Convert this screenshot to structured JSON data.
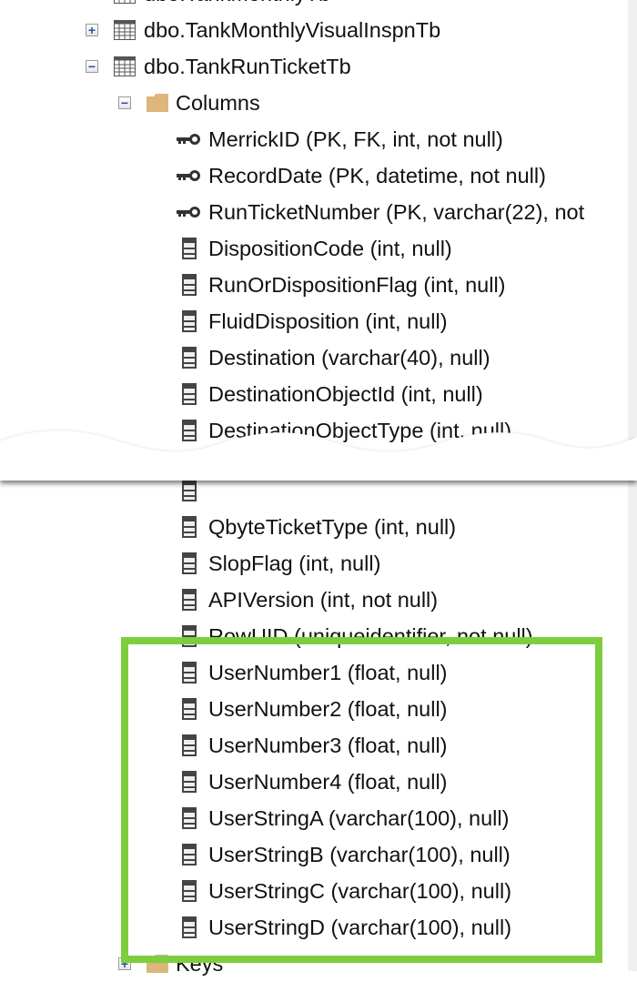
{
  "tree": {
    "partial_top": "dbo.TankMonthlyTb",
    "tables": [
      {
        "label": "dbo.TankMonthlyVisualInspnTb",
        "expander": "+"
      },
      {
        "label": "dbo.TankRunTicketTb",
        "expander": "−"
      }
    ],
    "columns_folder": {
      "label": "Columns",
      "expander": "−"
    },
    "columns_before": [
      {
        "label": "MerrickID (PK, FK, int, not null)",
        "icon": "key-icon"
      },
      {
        "label": "RecordDate (PK, datetime, not null)",
        "icon": "key-icon"
      },
      {
        "label": "RunTicketNumber (PK, varchar(22), not",
        "icon": "key-icon"
      },
      {
        "label": "DispositionCode (int, null)",
        "icon": "column-icon"
      },
      {
        "label": "RunOrDispositionFlag (int, null)",
        "icon": "column-icon"
      },
      {
        "label": "FluidDisposition (int, null)",
        "icon": "column-icon"
      },
      {
        "label": "Destination (varchar(40), null)",
        "icon": "column-icon"
      },
      {
        "label": "DestinationObjectId (int, null)",
        "icon": "column-icon"
      },
      {
        "label": "DestinationObjectType (int, null)",
        "icon": "column-icon"
      }
    ],
    "columns_after": [
      {
        "label": "QbyteTicketType (int, null)",
        "icon": "column-icon"
      },
      {
        "label": "SlopFlag (int, null)",
        "icon": "column-icon"
      },
      {
        "label": "APIVersion (int, not null)",
        "icon": "column-icon"
      },
      {
        "label": "RowUID (uniqueidentifier, not null)",
        "icon": "column-icon"
      },
      {
        "label": "UserNumber1 (float, null)",
        "icon": "column-icon"
      },
      {
        "label": "UserNumber2 (float, null)",
        "icon": "column-icon"
      },
      {
        "label": "UserNumber3 (float, null)",
        "icon": "column-icon"
      },
      {
        "label": "UserNumber4 (float, null)",
        "icon": "column-icon"
      },
      {
        "label": "UserStringA (varchar(100), null)",
        "icon": "column-icon"
      },
      {
        "label": "UserStringB (varchar(100), null)",
        "icon": "column-icon"
      },
      {
        "label": "UserStringC (varchar(100), null)",
        "icon": "column-icon"
      },
      {
        "label": "UserStringD (varchar(100), null)",
        "icon": "column-icon"
      }
    ],
    "keys_folder": {
      "label": "Keys",
      "expander": "+"
    }
  },
  "colors": {
    "highlight": "#7dce3e",
    "folder": "#dcb67a",
    "expander_glyph": "#2b4e9e"
  }
}
